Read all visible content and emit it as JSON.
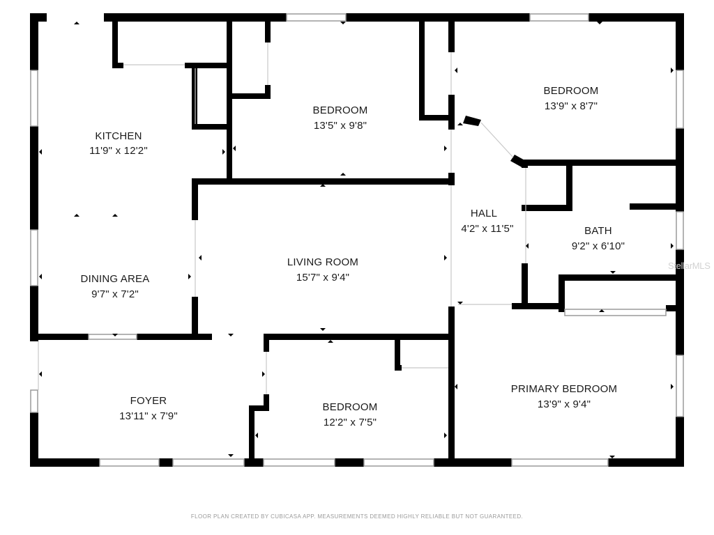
{
  "rooms": [
    {
      "id": "kitchen",
      "name": "KITCHEN",
      "dims": "11'9\" x 12'2\""
    },
    {
      "id": "bedroom-top-center",
      "name": "BEDROOM",
      "dims": "13'5\" x 9'8\""
    },
    {
      "id": "bedroom-top-right",
      "name": "BEDROOM",
      "dims": "13'9\" x 8'7\""
    },
    {
      "id": "hall",
      "name": "HALL",
      "dims": "4'2\" x 11'5\""
    },
    {
      "id": "bath",
      "name": "BATH",
      "dims": "9'2\" x 6'10\""
    },
    {
      "id": "living-room",
      "name": "LIVING ROOM",
      "dims": "15'7\" x 9'4\""
    },
    {
      "id": "dining-area",
      "name": "DINING AREA",
      "dims": "9'7\" x 7'2\""
    },
    {
      "id": "foyer",
      "name": "FOYER",
      "dims": "13'11\" x 7'9\""
    },
    {
      "id": "bedroom-bottom-center",
      "name": "BEDROOM",
      "dims": "12'2\" x 7'5\""
    },
    {
      "id": "primary-bedroom",
      "name": "PRIMARY BEDROOM",
      "dims": "13'9\" x 9'4\""
    }
  ],
  "footer_note": "FLOOR PLAN CREATED BY CUBICASA APP. MEASUREMENTS DEEMED HIGHLY RELIABLE BUT NOT GUARANTEED.",
  "watermark": "StellarMLS",
  "colors": {
    "wall": "#000000",
    "window": "#9a9a9a",
    "background": "#ffffff"
  }
}
